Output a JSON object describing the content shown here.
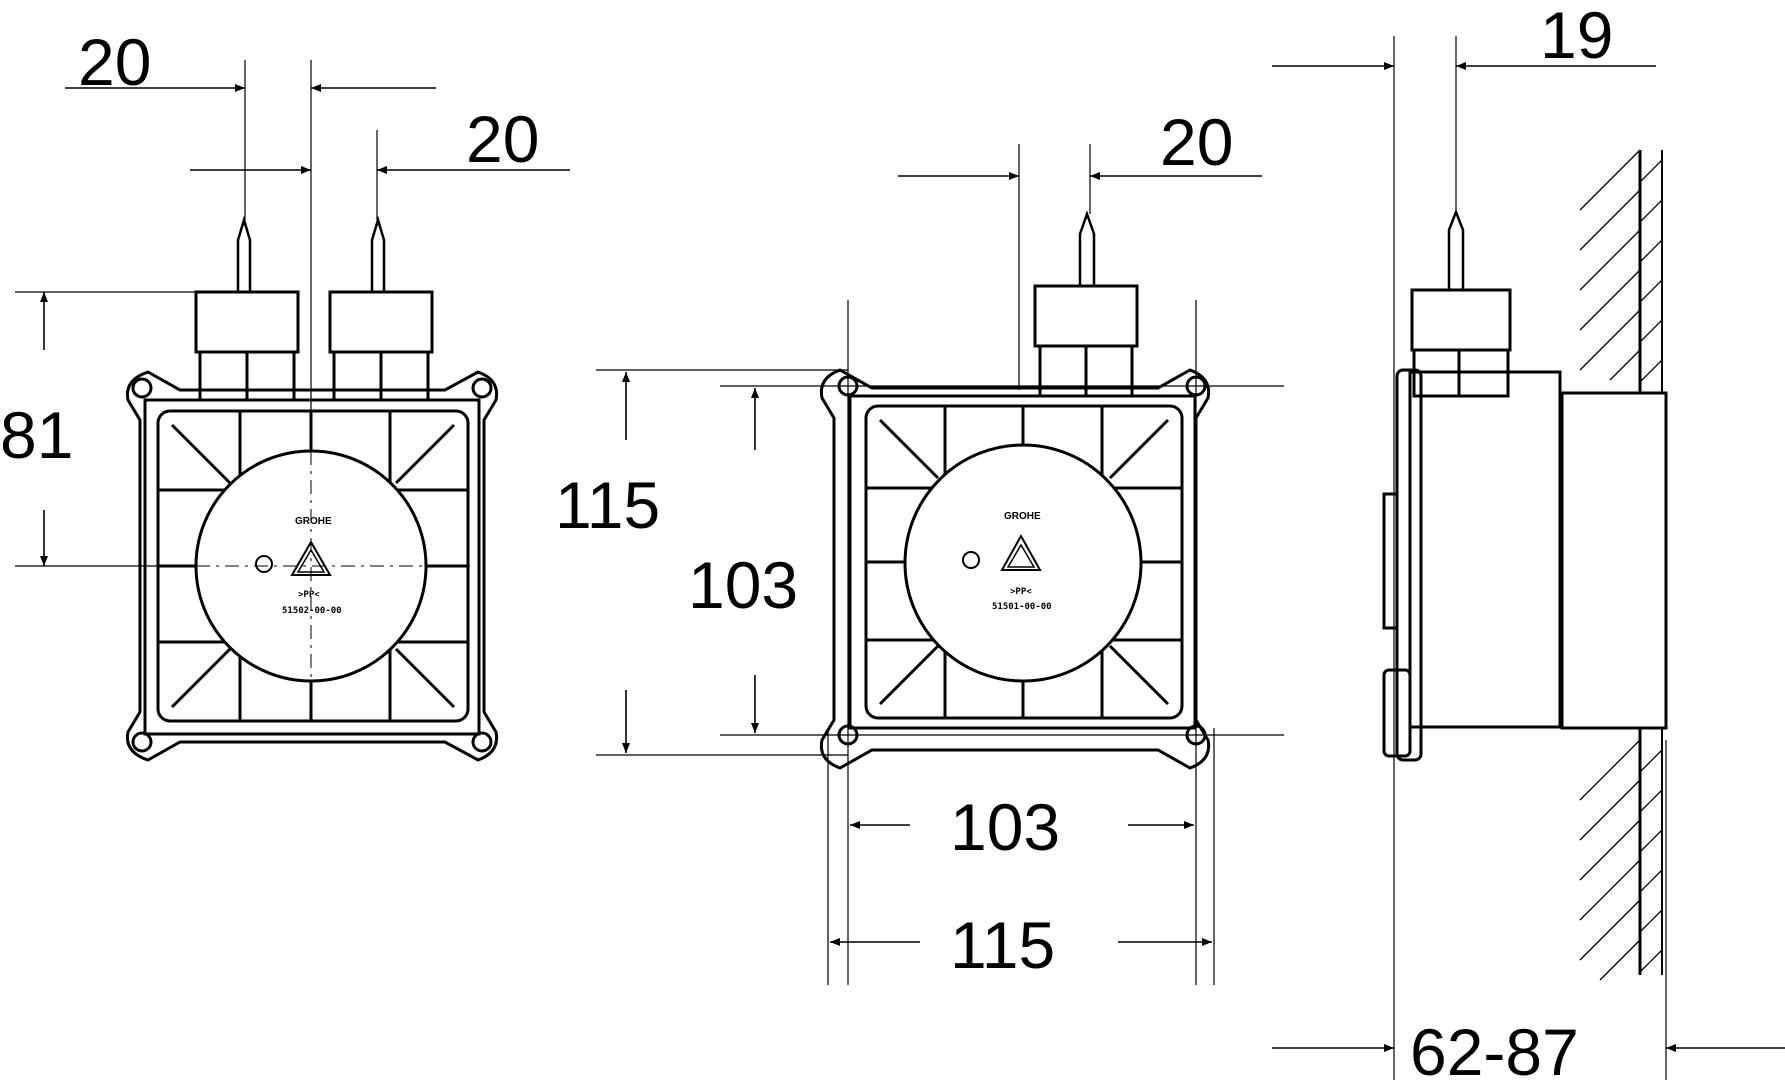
{
  "diagram": {
    "front_view": {
      "dims": {
        "spacing_left": "20",
        "spacing_right": "20",
        "height": "81"
      },
      "part_number": "51502-00-00",
      "logo": "GROHE",
      "mark": ">PP<"
    },
    "back_view": {
      "dims": {
        "spacing": "20",
        "outer_height": "115",
        "inner_height": "103",
        "inner_width": "103",
        "outer_width": "115"
      },
      "part_number": "51501-00-00",
      "logo": "GROHE",
      "mark": ">PP<"
    },
    "side_view": {
      "dims": {
        "cover_offset": "19",
        "depth_range": "62-87"
      }
    }
  }
}
